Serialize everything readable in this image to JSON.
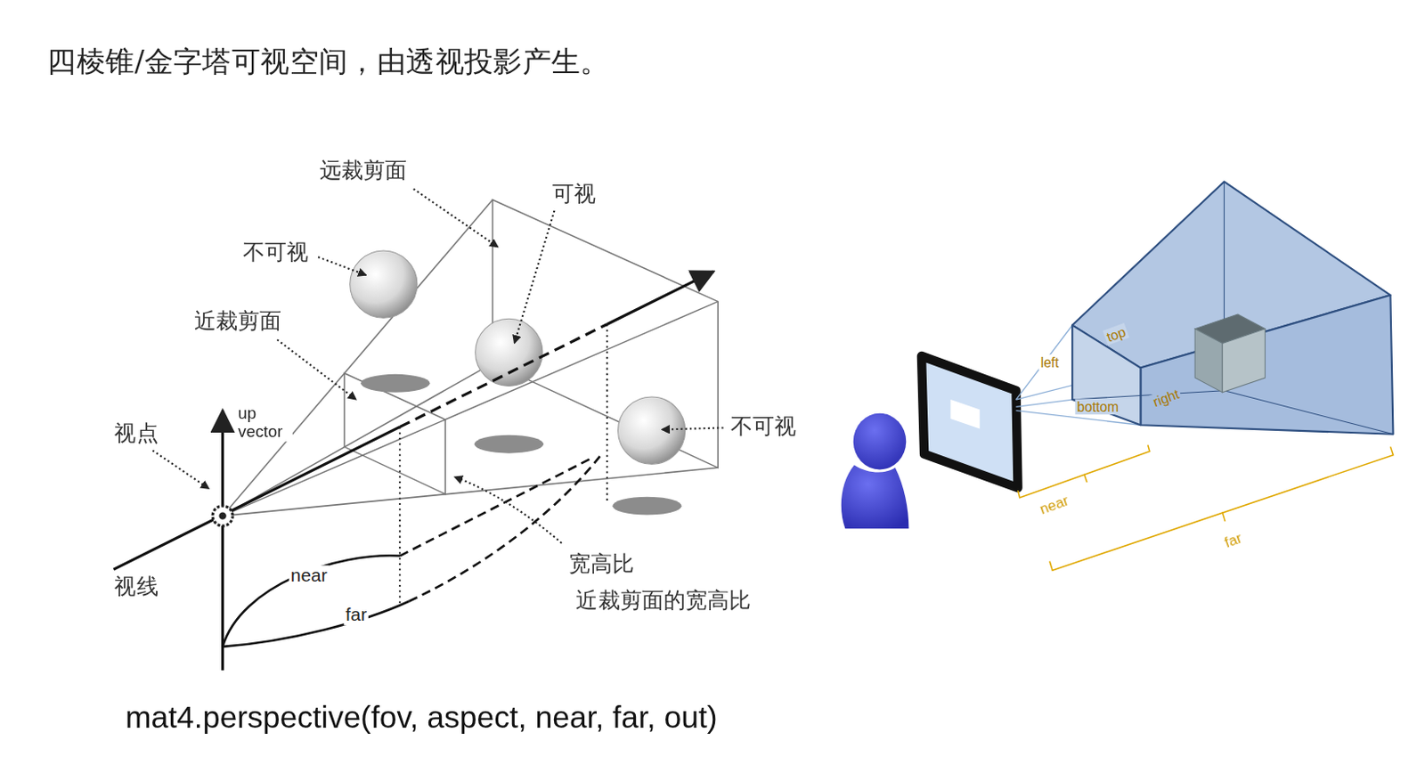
{
  "diagram": {
    "title": "四棱锥/金字塔可视空间，由透视投影产生。",
    "caption": "mat4.perspective(fov, aspect, near, far, out)",
    "labels": [
      "远裁剪面",
      "可视",
      "不可视",
      "近裁剪面",
      "视点",
      "up vector",
      "视线",
      "near",
      "far",
      "宽高比",
      "近裁剪面的宽高比",
      "不可视",
      "top",
      "left",
      "bottom",
      "right",
      "near",
      "far"
    ]
  }
}
